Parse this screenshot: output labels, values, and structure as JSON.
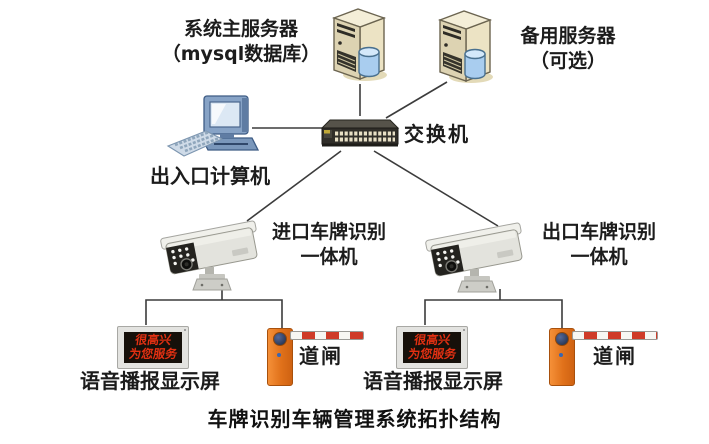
{
  "diagram": {
    "caption": "车牌识别车辆管理系统拓扑结构",
    "nodes": {
      "main_server": {
        "line1": "系统主服务器",
        "line2": "（mysql数据库）"
      },
      "backup_server": {
        "line1": "备用服务器",
        "line2": "（可选）"
      },
      "entrance_computer": {
        "label": "出入口计算机"
      },
      "switch": {
        "label": "交换机"
      },
      "entry_camera": {
        "line1": "进口车牌识别",
        "line2": "一体机"
      },
      "exit_camera": {
        "line1": "出口车牌识别",
        "line2": "一体机"
      },
      "entry_display": {
        "label": "语音播报显示屏",
        "screen_line1": "很高兴",
        "screen_line2": "为您服务"
      },
      "exit_display": {
        "label": "语音播报显示屏",
        "screen_line1": "很高兴",
        "screen_line2": "为您服务"
      },
      "entry_barrier": {
        "label": "道闸"
      },
      "exit_barrier": {
        "label": "道闸"
      }
    },
    "colors": {
      "line": "#3c3c3c",
      "text": "#1c1c1c",
      "led_text": "#e23012",
      "led_screen": "#16100a",
      "barrier_post": "#e0711a",
      "barrier_stripe": "#cf3b28",
      "server_body": "#ece3c4",
      "database_blue": "#a9cdef",
      "switch_body": "#302e29",
      "monitor_blue": "#87a3c6"
    },
    "icons": {
      "server": "tower-server-with-database-cylinder",
      "computer": "desktop-computer-with-keyboard",
      "switch": "24-port-rack-switch",
      "camera": "license-plate-recognition-camera",
      "display": "led-dot-matrix-display",
      "barrier": "boom-barrier-gate"
    }
  }
}
